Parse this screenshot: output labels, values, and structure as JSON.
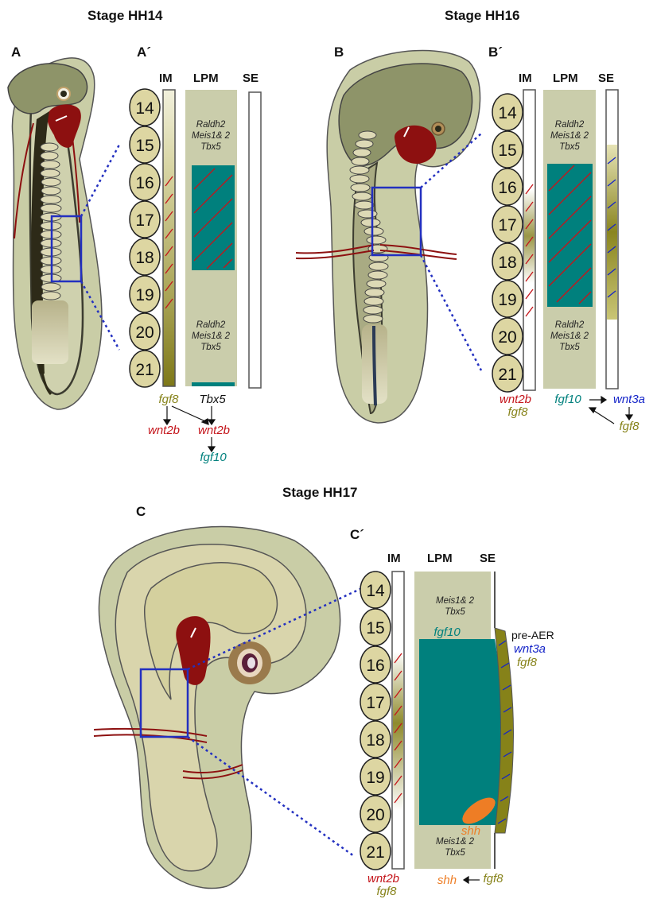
{
  "stages": {
    "hh14": "Stage HH14",
    "hh16": "Stage HH16",
    "hh17": "Stage HH17"
  },
  "panels": {
    "a": "A",
    "a_prime": "A´",
    "b": "B",
    "b_prime": "B´",
    "c": "C",
    "c_prime": "C´"
  },
  "columns": {
    "im": "IM",
    "lpm": "LPM",
    "se": "SE"
  },
  "somites": [
    "14",
    "15",
    "16",
    "17",
    "18",
    "19",
    "20",
    "21"
  ],
  "lpm_genes": {
    "raldh2": "Raldh2",
    "meis": "Meis1& 2",
    "tbx5": "Tbx5"
  },
  "labels": {
    "fgf8": "fgf8",
    "wnt2b": "wnt2b",
    "tbx5": "Tbx5",
    "fgf10": "fgf10",
    "wnt3a": "wnt3a",
    "shh": "shh",
    "pre_aer": "pre-AER"
  },
  "colors": {
    "embryo_fill": "#c9cda6",
    "embryo_dark": "#8e9469",
    "lpm_fill": "#cacdab",
    "teal": "#00807d",
    "red_mark": "#c4151b",
    "blue_mark": "#1424c8",
    "olive": "#868219",
    "heart": "#8d1010",
    "orange": "#ee7d25",
    "box_blue": "#2330c0"
  }
}
